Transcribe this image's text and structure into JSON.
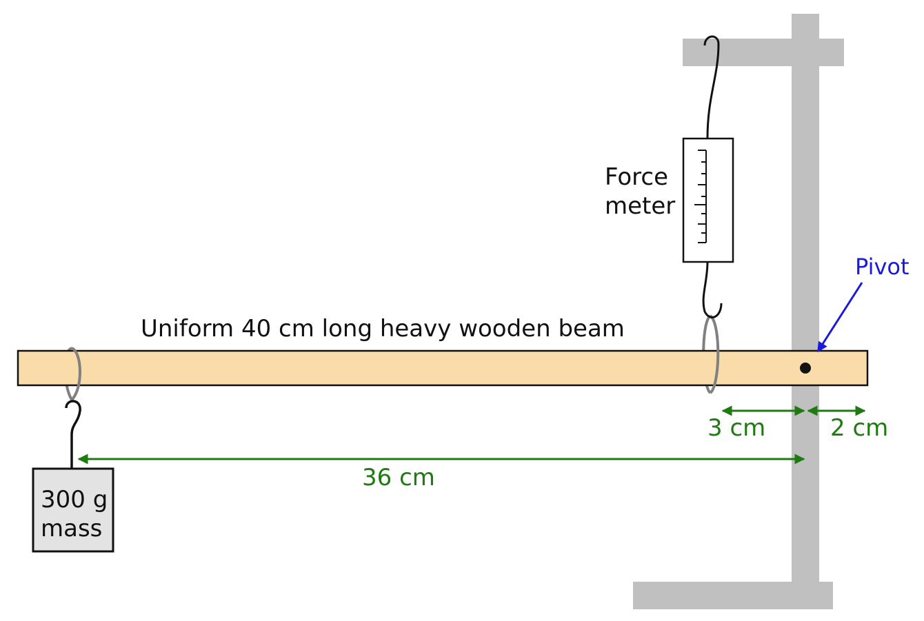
{
  "labels": {
    "beam": "Uniform 40 cm long heavy wooden beam",
    "force_meter_line1": "Force",
    "force_meter_line2": "meter",
    "pivot": "Pivot",
    "mass_line1": "300 g",
    "mass_line2": "mass",
    "dist_3": "3 cm",
    "dist_2": "2 cm",
    "dist_36": "36 cm"
  },
  "colors": {
    "beam_fill": "#f9dcaa",
    "stand": "#c0c0c0",
    "dimension": "#1f7a12",
    "pivot_label": "#1a1adb",
    "mass_fill": "#e3e3e3",
    "ring": "#808080"
  }
}
